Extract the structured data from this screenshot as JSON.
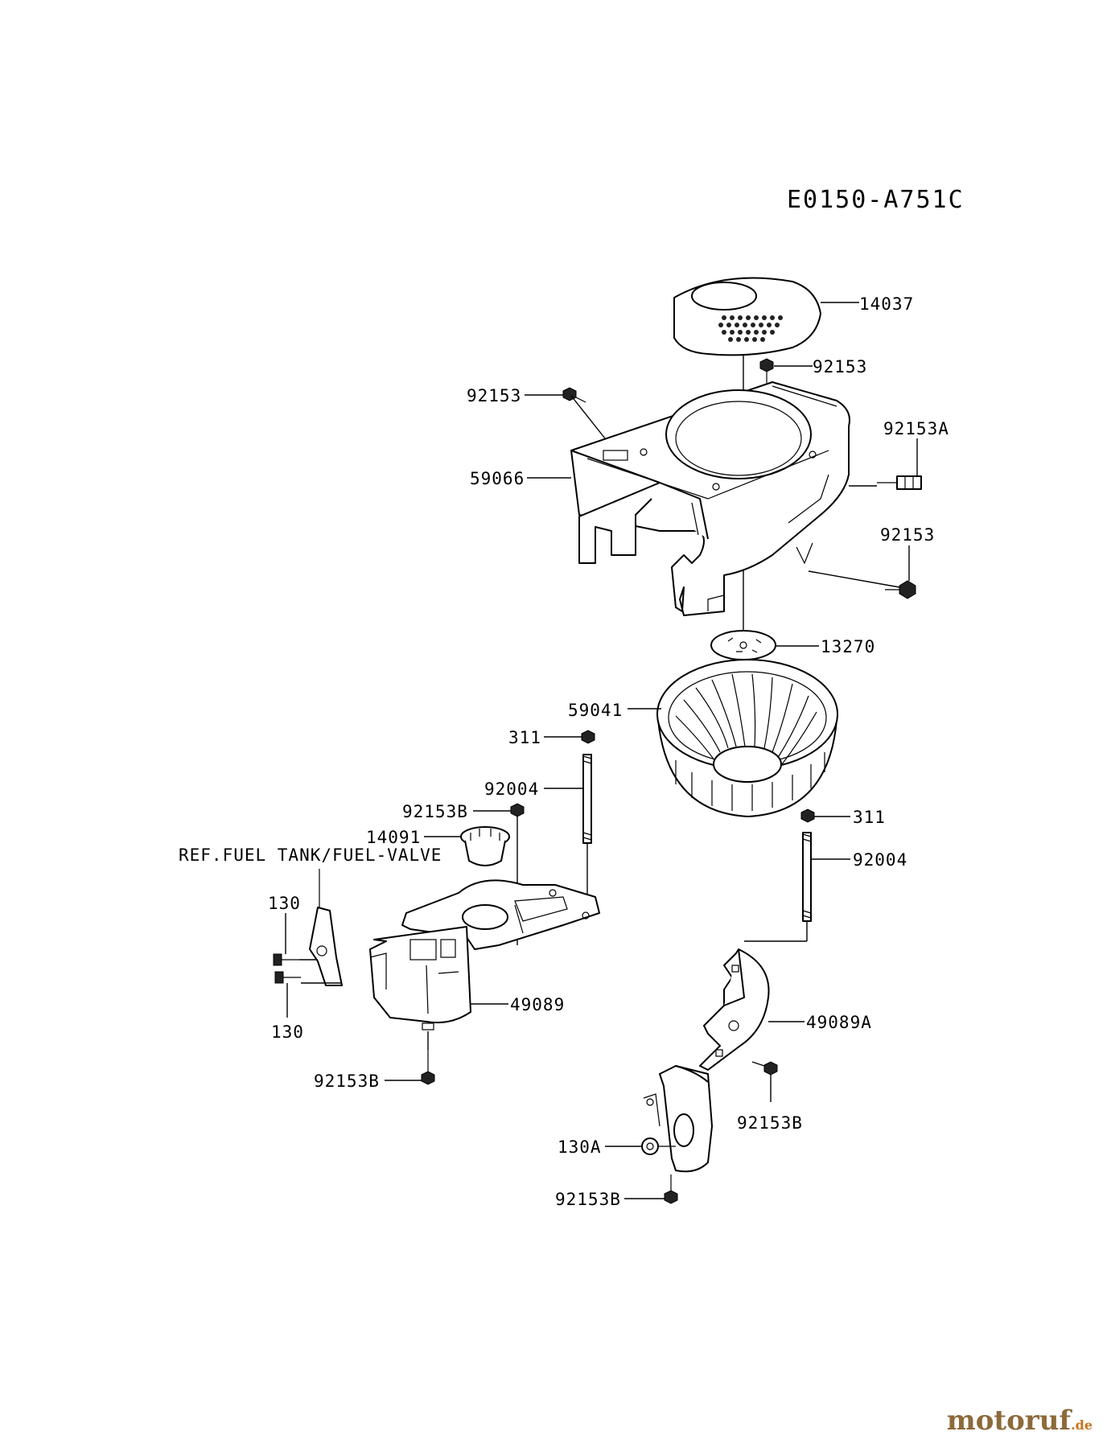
{
  "diagram_code": "E0150-A751C",
  "reference_note": "REF.FUEL TANK/FUEL-VALVE",
  "watermark": {
    "main": "motoruf",
    "suffix": ".de"
  },
  "parts": {
    "p14037": "14037",
    "p92153_top": "92153",
    "p92153_left": "92153",
    "p92153A": "92153A",
    "p59066": "59066",
    "p92153_right": "92153",
    "p13270": "13270",
    "p59041": "59041",
    "p311_left": "311",
    "p92004_left": "92004",
    "p92153B_a": "92153B",
    "p14091": "14091",
    "p311_right": "311",
    "p92004_right": "92004",
    "p130_a": "130",
    "p130_b": "130",
    "p49089": "49089",
    "p92153B_b": "92153B",
    "p49089A": "49089A",
    "p92153B_c": "92153B",
    "p130A": "130A",
    "p92153B_d": "92153B"
  }
}
